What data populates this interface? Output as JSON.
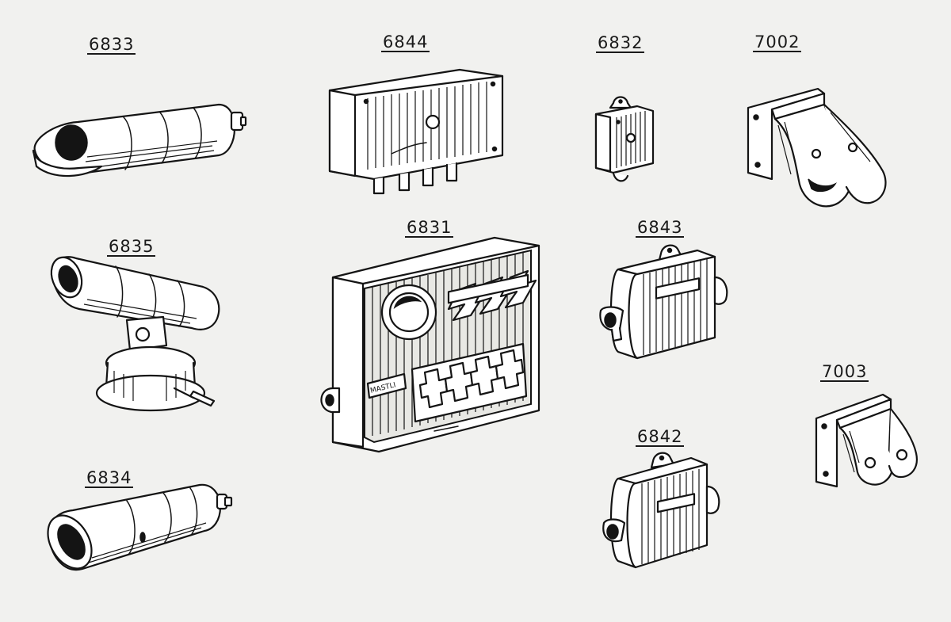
{
  "parts": [
    {
      "id": "6833",
      "label": "6833"
    },
    {
      "id": "6844",
      "label": "6844"
    },
    {
      "id": "6832",
      "label": "6832"
    },
    {
      "id": "7002",
      "label": "7002"
    },
    {
      "id": "6835",
      "label": "6835"
    },
    {
      "id": "6831",
      "label": "6831"
    },
    {
      "id": "6843",
      "label": "6843"
    },
    {
      "id": "7003",
      "label": "7003"
    },
    {
      "id": "6842",
      "label": "6842"
    },
    {
      "id": "6834",
      "label": "6834"
    }
  ],
  "panel_brand": "MASTLI"
}
